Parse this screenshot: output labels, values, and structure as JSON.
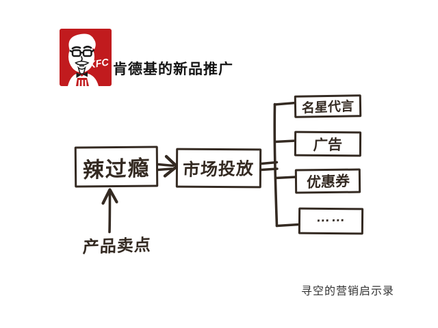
{
  "header": {
    "logo": {
      "brand": "KFC"
    },
    "title": "肯德基的新品推广"
  },
  "diagram": {
    "product_box": {
      "label": "辣过瘾"
    },
    "launch_box": {
      "label": "市场投放"
    },
    "channels": [
      {
        "label": "名星代言"
      },
      {
        "label": "广告"
      },
      {
        "label": "优惠券"
      },
      {
        "label": "……"
      }
    ],
    "annotation": {
      "label": "产品卖点"
    },
    "arrows": [
      "product-to-launch",
      "launch-to-channel-bracket",
      "selling-point-up-arrow"
    ]
  },
  "footer": {
    "credit": "寻空的营销启示录"
  },
  "colors": {
    "kfc_red": "#c11b1e",
    "ink": "#342a22",
    "title_text": "#141414",
    "footer_text": "#333333"
  }
}
